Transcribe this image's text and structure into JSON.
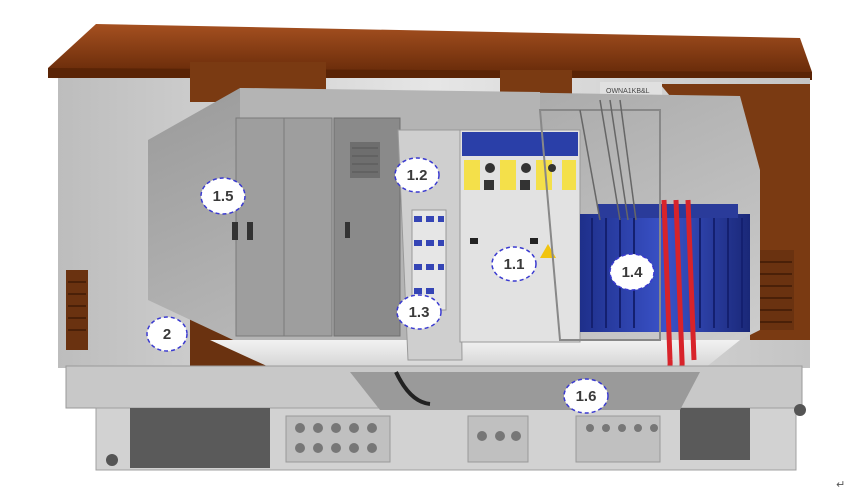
{
  "figure": {
    "equipment_plate": "OWNA1KB&L",
    "warning_symbol": "⚡",
    "return_mark": "↵"
  },
  "callouts": {
    "c_1_1": "1.1",
    "c_1_2": "1.2",
    "c_1_3": "1.3",
    "c_1_4": "1.4",
    "c_1_5": "1.5",
    "c_1_6": "1.6",
    "c_2": "2"
  },
  "colors": {
    "roof": "#8b3f12",
    "wall": "#d8d8d8",
    "brown_panel": "#7a3a12",
    "transformer": "#2a3fa8",
    "cable_red": "#d8232a",
    "callout_border": "#3a3ad0"
  }
}
